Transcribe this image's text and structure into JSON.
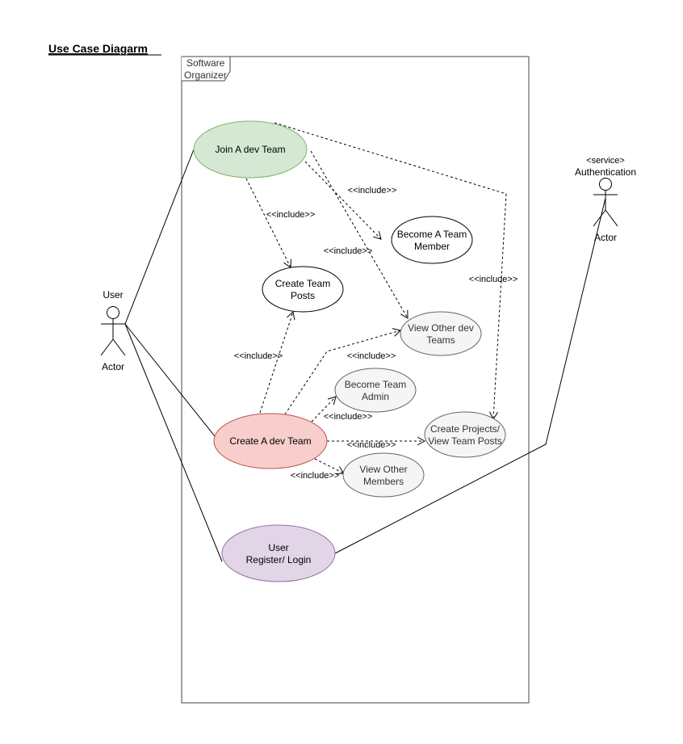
{
  "title": "Use Case Diagarm",
  "system_boundary": {
    "label_line1": "Software",
    "label_line2": "Organizer"
  },
  "actors": {
    "user": {
      "name": "User",
      "type": "Actor"
    },
    "auth": {
      "stereotype": "<service>",
      "name": "Authentication",
      "type": "Actor"
    }
  },
  "use_cases": {
    "join_team": {
      "line1": "Join A dev Team",
      "fill": "#d5e8d4",
      "stroke": "#82b366"
    },
    "become_member": {
      "line1": "Become A Team",
      "line2": "Member",
      "fill": "#ffffff",
      "stroke": "#000000"
    },
    "create_posts": {
      "line1": "Create Team",
      "line2": "Posts",
      "fill": "#ffffff",
      "stroke": "#000000"
    },
    "view_teams": {
      "line1": "View Other dev",
      "line2": "Teams",
      "fill": "#f5f5f5",
      "stroke": "#666666"
    },
    "become_admin": {
      "line1": "Become Team",
      "line2": "Admin",
      "fill": "#f5f5f5",
      "stroke": "#666666"
    },
    "create_team": {
      "line1": "Create A dev Team",
      "fill": "#f8cecc",
      "stroke": "#b85450"
    },
    "create_projects": {
      "line1": "Create Projects/",
      "line2": "View Team Posts",
      "fill": "#f5f5f5",
      "stroke": "#666666"
    },
    "view_members": {
      "line1": "View Other",
      "line2": "Members",
      "fill": "#f5f5f5",
      "stroke": "#666666"
    },
    "register": {
      "line1": "User",
      "line2": "Register/ Login",
      "fill": "#e1d5e7",
      "stroke": "#9673a6"
    }
  },
  "relation_label": "<<include>>"
}
